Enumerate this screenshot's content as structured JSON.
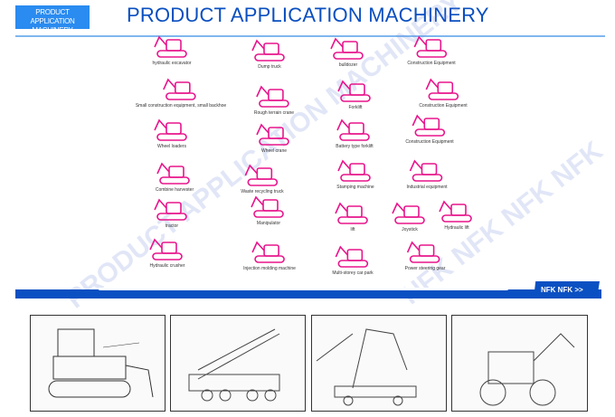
{
  "header": {
    "badge": "PRODUCT APPLICATION MACHINERY",
    "title": "PRODUCT APPLICATION MACHINERY"
  },
  "watermark": [
    "PRODUCT APPLICATION MACHINERY",
    "NFK NFK NFK NFK"
  ],
  "icon_color": "#e8158c",
  "accent": "#0b50c2",
  "items": [
    {
      "label": "hydraulic excavator"
    },
    {
      "label": "Small construction equipment, small backhoe"
    },
    {
      "label": "Wheel loaders"
    },
    {
      "label": "Combine harvester"
    },
    {
      "label": "tractor"
    },
    {
      "label": "Hydraulic crusher"
    },
    {
      "label": "Dump truck"
    },
    {
      "label": "Rough terrain crane"
    },
    {
      "label": "Wheel crane"
    },
    {
      "label": "Waste recycling truck"
    },
    {
      "label": "Manipulator"
    },
    {
      "label": "Injection molding machine"
    },
    {
      "label": "bulldozer"
    },
    {
      "label": "Forklift"
    },
    {
      "label": "Battery type forklift"
    },
    {
      "label": "Stamping machine"
    },
    {
      "label": "lift"
    },
    {
      "label": "Multi-storey car park"
    },
    {
      "label": "Construction Equipment"
    },
    {
      "label": "Construction Equipment"
    },
    {
      "label": "Construction Equipment"
    },
    {
      "label": "Industrial equipment"
    },
    {
      "label": "Joystick"
    },
    {
      "label": "Hydraulic lift"
    },
    {
      "label": "Power steering gear"
    }
  ],
  "band": {
    "tab_label": "NFK NFK  >>"
  },
  "photos": [
    {
      "icon": "bulldozer-diagram"
    },
    {
      "icon": "crane-truck-diagram"
    },
    {
      "icon": "concrete-pump-diagram"
    },
    {
      "icon": "wheel-loader-diagram"
    }
  ]
}
